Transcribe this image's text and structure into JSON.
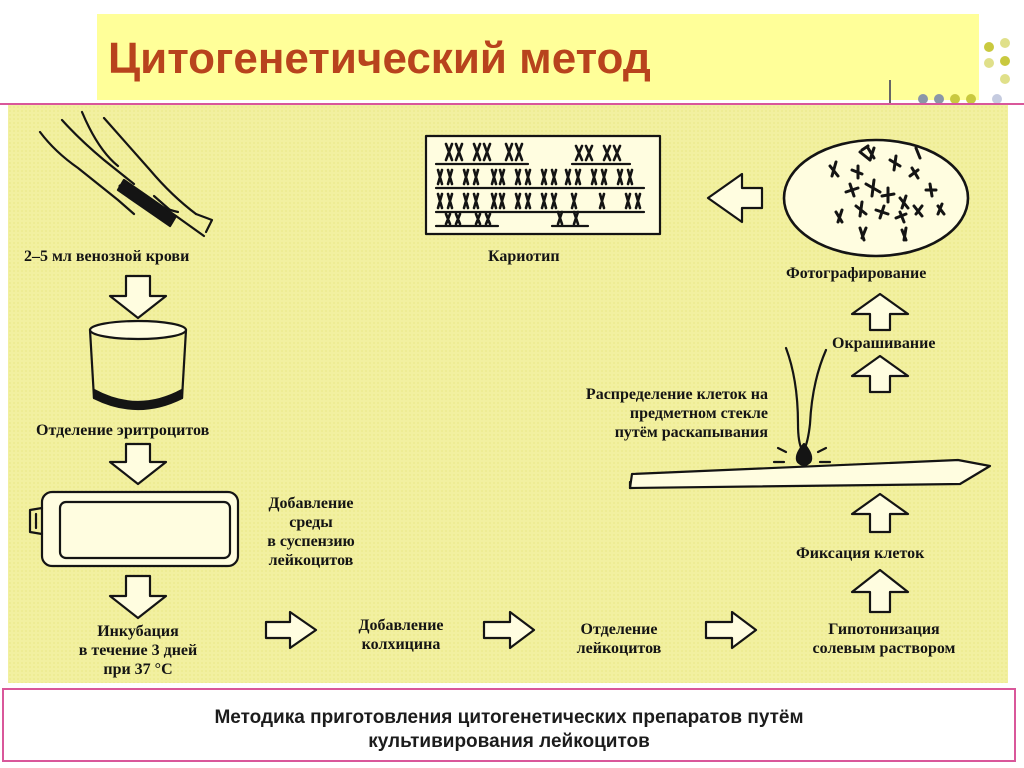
{
  "title": "Цитогенетический метод",
  "caption": {
    "line1": "Методика приготовления цитогенетических препаратов путём",
    "line2": "культивирования лейкоцитов"
  },
  "steps": {
    "blood": "2–5 мл венозной крови",
    "erythrocytes": "Отделение эритроцитов",
    "medium": [
      "Добавление",
      "среды",
      "в суспензию",
      "лейкоцитов"
    ],
    "incubation": [
      "Инкубация",
      "в течение 3 дней",
      "при 37 °С"
    ],
    "colchicine": [
      "Добавление",
      "колхицина"
    ],
    "leukocytes": [
      "Отделение",
      "лейкоцитов"
    ],
    "hypotonization": [
      "Гипотонизация",
      "солевым раствором"
    ],
    "fixation": "Фиксация клеток",
    "spreading": [
      "Распределение клеток на",
      "предметном стекле",
      "путём раскапывания"
    ],
    "staining": "Окрашивание",
    "photographing": "Фотографирование",
    "karyotype": "Кариотип"
  },
  "colors": {
    "title_band": "#ffff99",
    "title_text": "#b8431d",
    "panel": "#f2f0a0",
    "accent_border": "#d9579a",
    "ink": "#141414"
  },
  "icons": [
    "syringe-arm-icon",
    "beaker-icon",
    "culture-flask-icon",
    "pipette-icon",
    "microscope-slide-icon",
    "metaphase-plate-icon",
    "karyotype-chart-icon",
    "arrow-down-icon",
    "arrow-right-icon",
    "arrow-up-icon",
    "arrow-left-icon"
  ]
}
